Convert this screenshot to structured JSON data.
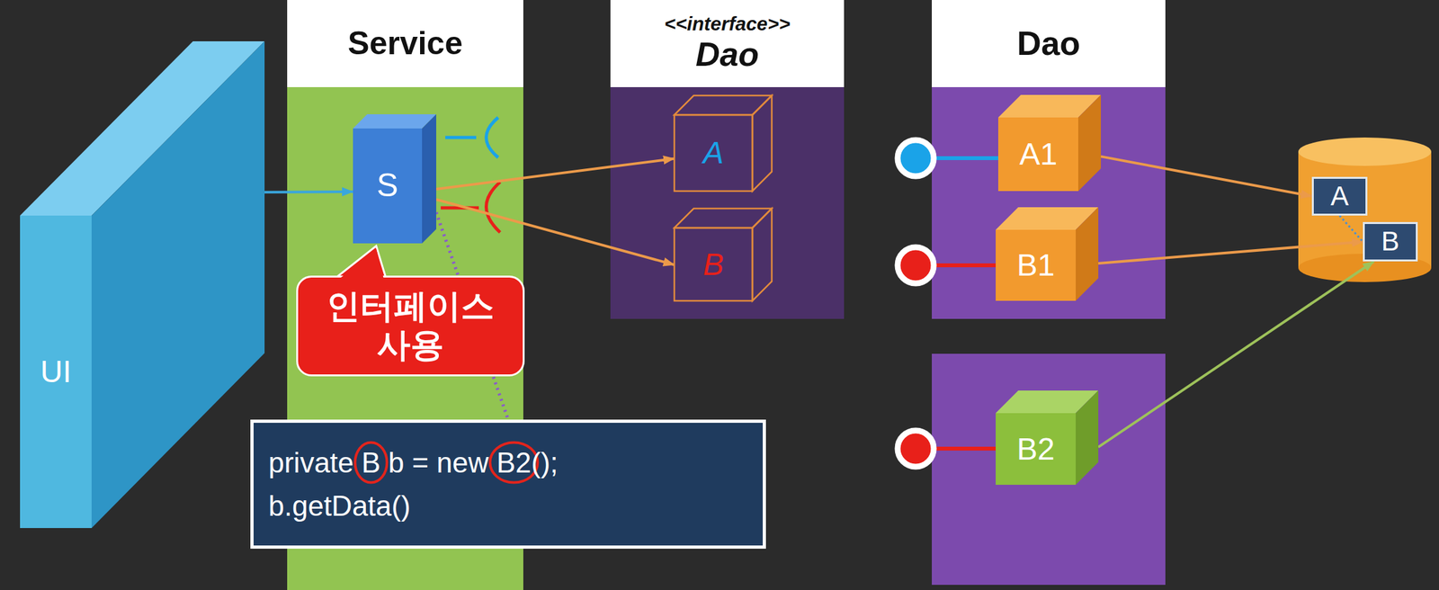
{
  "diagram": {
    "nodes": [
      {
        "text": [
          "UI"
        ]
      },
      {
        "text": [
          "Service"
        ]
      },
      {
        "text": [
          "S"
        ],
        "in": 1
      },
      {
        "text": [
          "인터페이스 사용"
        ],
        "in": 1
      },
      {
        "text": [
          "private B b = new B2();",
          "b.getData()"
        ]
      },
      {
        "text": [
          "<<interface>>",
          "Dao"
        ]
      },
      {
        "text": [
          "A"
        ],
        "in": 5
      },
      {
        "text": [
          "B"
        ],
        "in": 5
      },
      {
        "text": [
          "Dao"
        ]
      },
      {
        "text": [
          "A1"
        ],
        "in": 8
      },
      {
        "text": [
          "B1"
        ],
        "in": 8
      },
      {
        "text": [
          "B2"
        ]
      },
      {
        "text": [
          "A"
        ]
      },
      {
        "text": [
          "B"
        ]
      }
    ],
    "edges": [
      {
        "from": 0,
        "to": 2,
        "arrow": "to"
      },
      {
        "from": 2,
        "to": 6,
        "arrow": "to"
      },
      {
        "from": 2,
        "to": 7,
        "arrow": "to"
      },
      {
        "from": 2,
        "to": 4,
        "arrow": "none"
      },
      {
        "from": 9,
        "to": 12,
        "arrow": "to"
      },
      {
        "from": 10,
        "to": 13,
        "arrow": "to"
      },
      {
        "from": 11,
        "to": 13,
        "arrow": "to"
      },
      {
        "from": 12,
        "to": 13,
        "arrow": "none"
      }
    ]
  }
}
